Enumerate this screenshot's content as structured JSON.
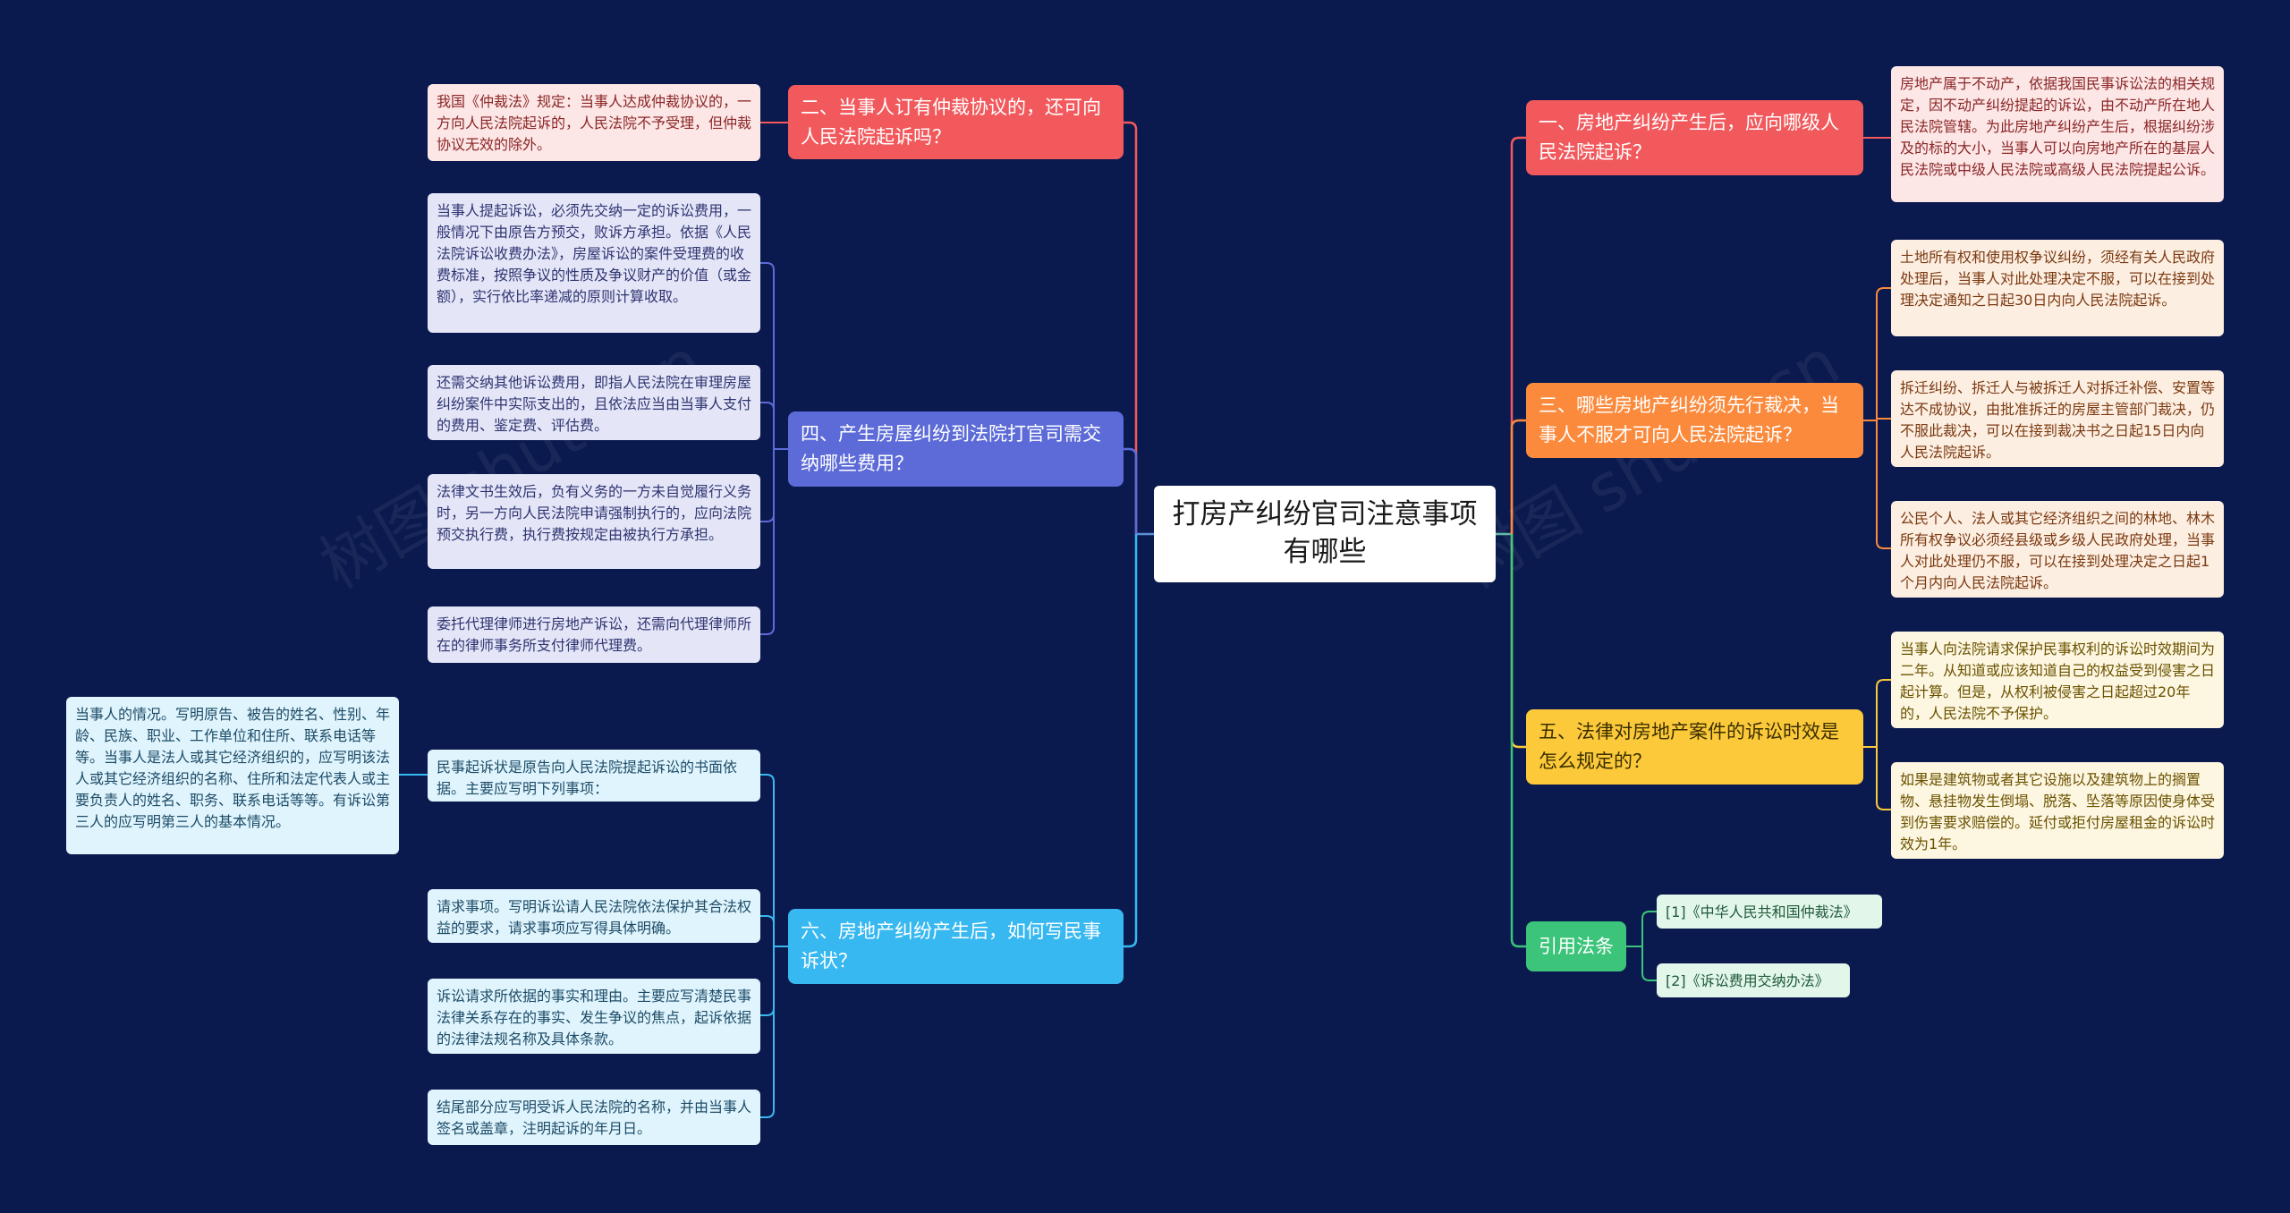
{
  "central": "打房产纠纷官司注意事项有哪些",
  "watermark": "树图 shutu.cn",
  "colors": {
    "background": "#0b1a4e",
    "red": "#f2595c",
    "purple": "#5c6bd7",
    "blue": "#37b8f0",
    "orange": "#fb8a3c",
    "yellow": "#fcc93a",
    "green": "#3bc47a"
  },
  "branches": {
    "b2": {
      "title": "二、当事人订有仲裁协议的，还可向人民法院起诉吗？",
      "leaves": [
        "我国《仲裁法》规定：当事人达成仲裁协议的，一方向人民法院起诉的，人民法院不予受理，但仲裁协议无效的除外。"
      ]
    },
    "b4": {
      "title": "四、产生房屋纠纷到法院打官司需交纳哪些费用？",
      "leaves": [
        "当事人提起诉讼，必须先交纳一定的诉讼费用，一般情况下由原告方预交，败诉方承担。依据《人民法院诉讼收费办法》，房屋诉讼的案件受理费的收费标准，按照争议的性质及争议财产的价值（或金额），实行依比率递减的原则计算收取。",
        "还需交纳其他诉讼费用，即指人民法院在审理房屋纠纷案件中实际支出的，且依法应当由当事人支付的费用、鉴定费、评估费。",
        "法律文书生效后，负有义务的一方未自觉履行义务时，另一方向人民法院申请强制执行的，应向法院预交执行费，执行费按规定由被执行方承担。",
        "委托代理律师进行房地产诉讼，还需向代理律师所在的律师事务所支付律师代理费。"
      ]
    },
    "b6": {
      "title": "六、房地产纠纷产生后，如何写民事诉状？",
      "leaves": [
        "民事起诉状是原告向人民法院提起诉讼的书面依据。主要应写明下列事项：",
        "请求事项。写明诉讼请人民法院依法保护其合法权益的要求，请求事项应写得具体明确。",
        "诉讼请求所依据的事实和理由。主要应写清楚民事法律关系存在的事实、发生争议的焦点，起诉依据的法律法规名称及具体条款。",
        "结尾部分应写明受诉人民法院的名称，并由当事人签名或盖章，注明起诉的年月日。"
      ],
      "subleaf": "当事人的情况。写明原告、被告的姓名、性别、年龄、民族、职业、工作单位和住所、联系电话等等。当事人是法人或其它经济组织的，应写明该法人或其它经济组织的名称、住所和法定代表人或主要负责人的姓名、职务、联系电话等等。有诉讼第三人的应写明第三人的基本情况。"
    },
    "b1": {
      "title": "一、房地产纠纷产生后，应向哪级人民法院起诉？",
      "leaves": [
        "房地产属于不动产，依据我国民事诉讼法的相关规定，因不动产纠纷提起的诉讼，由不动产所在地人民法院管辖。为此房地产纠纷产生后，根据纠纷涉及的标的大小，当事人可以向房地产所在的基层人民法院或中级人民法院或高级人民法院提起公诉。"
      ]
    },
    "b3": {
      "title": "三、哪些房地产纠纷须先行裁决，当事人不服才可向人民法院起诉？",
      "leaves": [
        "土地所有权和使用权争议纠纷，须经有关人民政府处理后，当事人对此处理决定不服，可以在接到处理决定通知之日起30日内向人民法院起诉。",
        "拆迁纠纷、拆迁人与被拆迁人对拆迁补偿、安置等达不成协议，由批准拆迁的房屋主管部门裁决，仍不服此裁决，可以在接到裁决书之日起15日内向人民法院起诉。",
        "公民个人、法人或其它经济组织之间的林地、林木所有权争议必须经县级或乡级人民政府处理，当事人对此处理仍不服，可以在接到处理决定之日起1个月内向人民法院起诉。"
      ]
    },
    "b5": {
      "title": "五、法律对房地产案件的诉讼时效是怎么规定的？",
      "leaves": [
        "当事人向法院请求保护民事权利的诉讼时效期间为二年。从知道或应该知道自己的权益受到侵害之日起计算。但是，从权利被侵害之日起超过20年的，人民法院不予保护。",
        "如果是建筑物或者其它设施以及建筑物上的搁置物、悬挂物发生倒塌、脱落、坠落等原因使身体受到伤害要求赔偿的。延付或拒付房屋租金的诉讼时效为1年。"
      ]
    },
    "b7": {
      "title": "引用法条",
      "leaves": [
        "[1]《中华人民共和国仲裁法》",
        "[2]《诉讼费用交纳办法》"
      ]
    }
  }
}
